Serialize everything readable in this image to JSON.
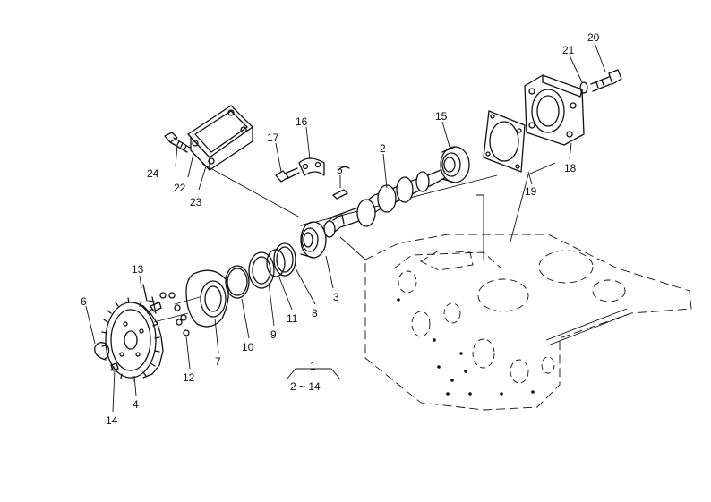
{
  "callouts": [
    {
      "id": "c1",
      "label": "1"
    },
    {
      "id": "c1r",
      "label": "2 ~ 14"
    },
    {
      "id": "c2",
      "label": "2"
    },
    {
      "id": "c3",
      "label": "3"
    },
    {
      "id": "c4",
      "label": "4"
    },
    {
      "id": "c5",
      "label": "5"
    },
    {
      "id": "c6",
      "label": "6"
    },
    {
      "id": "c7",
      "label": "7"
    },
    {
      "id": "c8",
      "label": "8"
    },
    {
      "id": "c9",
      "label": "9"
    },
    {
      "id": "c10",
      "label": "10"
    },
    {
      "id": "c11",
      "label": "11"
    },
    {
      "id": "c12",
      "label": "12"
    },
    {
      "id": "c13",
      "label": "13"
    },
    {
      "id": "c14",
      "label": "14"
    },
    {
      "id": "c15",
      "label": "15"
    },
    {
      "id": "c16",
      "label": "16"
    },
    {
      "id": "c17",
      "label": "17"
    },
    {
      "id": "c18",
      "label": "18"
    },
    {
      "id": "c19",
      "label": "19"
    },
    {
      "id": "c20",
      "label": "20"
    },
    {
      "id": "c21",
      "label": "21"
    },
    {
      "id": "c22",
      "label": "22"
    },
    {
      "id": "c23",
      "label": "23"
    },
    {
      "id": "c24",
      "label": "24"
    }
  ]
}
